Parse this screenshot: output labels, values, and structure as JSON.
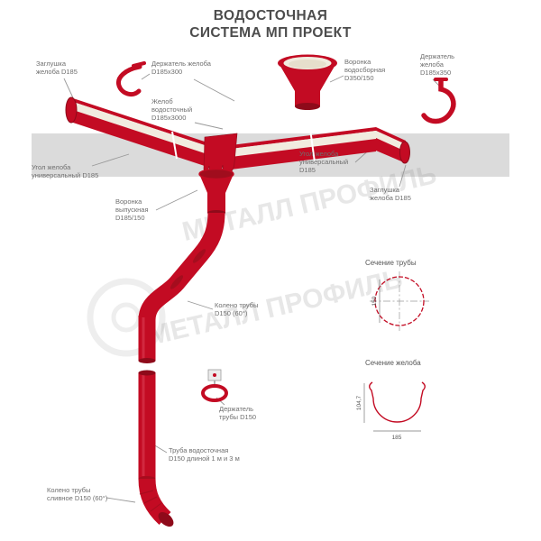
{
  "title": {
    "text": "ВОДОСТОЧНАЯ\nСИСТЕМА МП ПРОЕКТ"
  },
  "watermark": {
    "text": "МЕТАЛЛ ПРОФИЛЬ"
  },
  "labels": {
    "end_cap_left": "Заглушка\nжелоба D185",
    "gutter_holder_left": "Держатель желоба\nD185х300",
    "collector_funnel": "Воронка\nводосборная\nD350/150",
    "gutter_holder_right": "Держатель\nжелоба\nD185х350",
    "gutter": "Желоб\nводосточный\nD185х3000",
    "corner_left": "Угол желоба\nуниверсальный D185",
    "corner_right": "Угол желоба\nуниверсальный\nD185",
    "end_cap_right": "Заглушка\nжелоба D185",
    "outlet_funnel": "Воронка\nвыпускная\nD185/150",
    "pipe_elbow": "Колено трубы\nD150 (60°)",
    "pipe_holder": "Держатель\nтрубы D150",
    "downpipe": "Труба водосточная\nD150 длиной 1 м и 3 м",
    "drain_elbow": "Колено трубы\nсливное D150 (60°)"
  },
  "sections": {
    "pipe_section_title": "Сечение трубы",
    "pipe_diameter": "150",
    "gutter_section_title": "Сечение желоба",
    "gutter_height": "104,7",
    "gutter_width": "185"
  },
  "colors": {
    "red": "#c30b23",
    "dark_red": "#8e0a1a",
    "cream": "#f1ecdf",
    "band_gray": "#dbdbdb",
    "label_gray": "#6f6f6f"
  }
}
